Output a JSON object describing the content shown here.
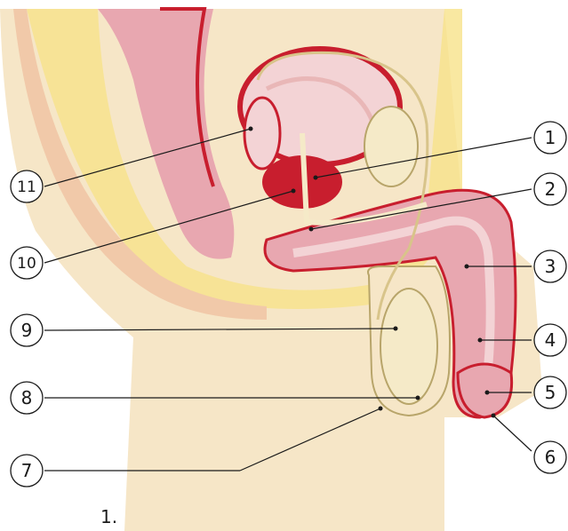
{
  "figure": {
    "caption": "1.",
    "colors": {
      "skin": "#f6e6c7",
      "fat": "#f7e28a",
      "tissue": "#e8a7b0",
      "muscle": "#c81e2e",
      "organ": "#f3d3d5",
      "duct": "#fff4d6",
      "line": "#1a1a1a"
    }
  },
  "callouts": [
    {
      "label": "1"
    },
    {
      "label": "2"
    },
    {
      "label": "3"
    },
    {
      "label": "4"
    },
    {
      "label": "5"
    },
    {
      "label": "6"
    },
    {
      "label": "7"
    },
    {
      "label": "8"
    },
    {
      "label": "9"
    },
    {
      "label": "10"
    },
    {
      "label": "11"
    }
  ]
}
